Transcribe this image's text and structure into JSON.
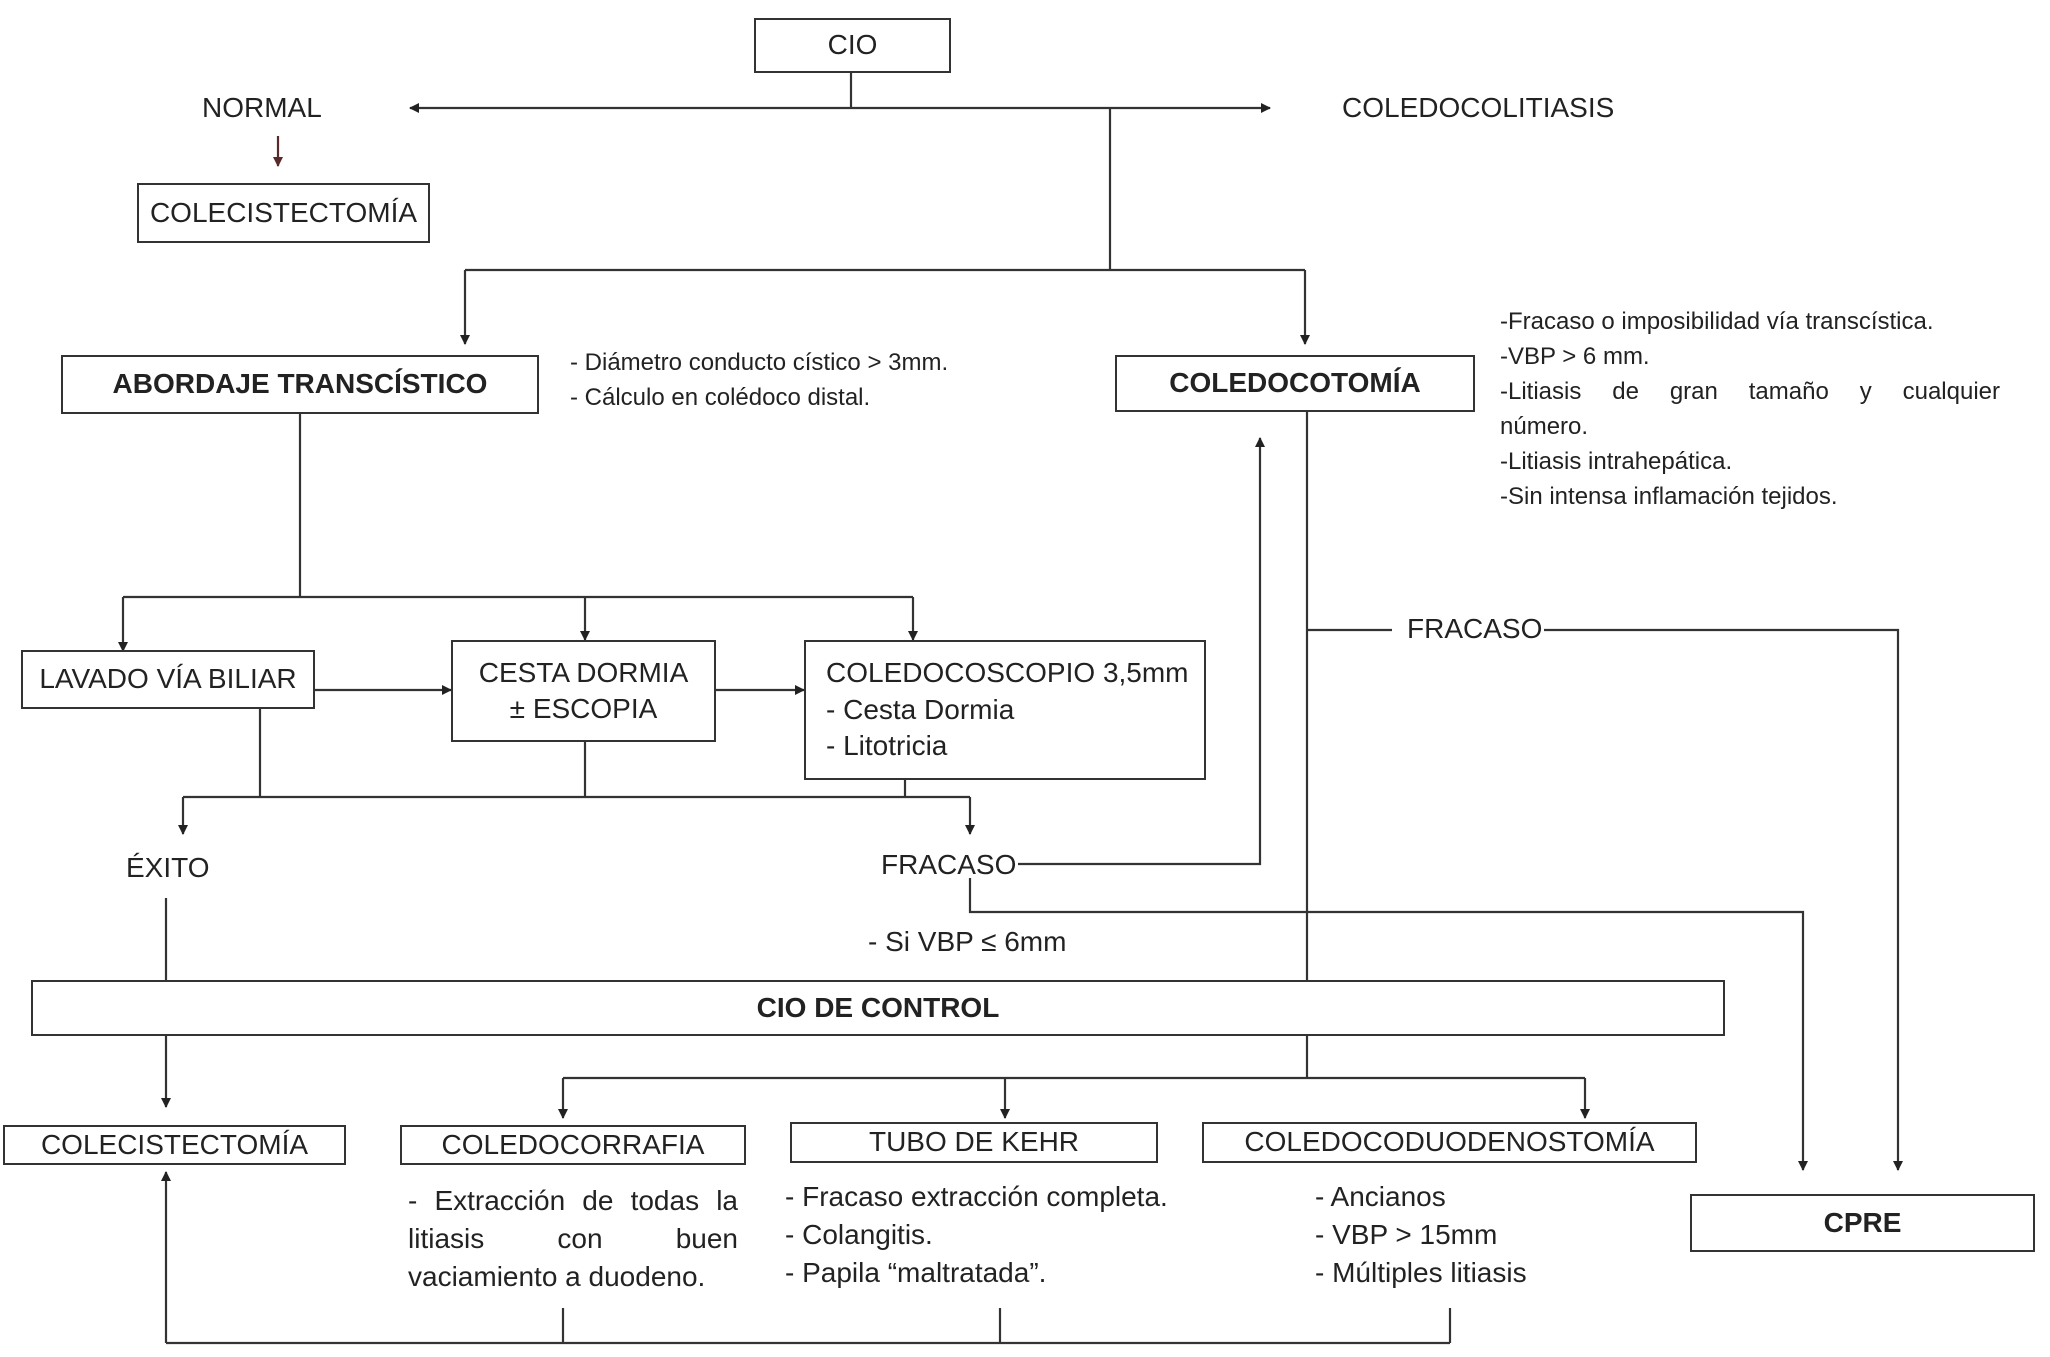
{
  "nodes": {
    "cio": "CIO",
    "normal": "NORMAL",
    "coledocolitiasis": "COLEDOCOLITIASIS",
    "colecistectomia_top": "COLECISTECTOMÍA",
    "abordaje": "ABORDAJE TRANSCÍSTICO",
    "coledocotomia": "COLEDOCOTOMÍA",
    "lavado": "LAVADO VÍA BILIAR",
    "cesta_line1": "CESTA DORMIA",
    "cesta_line2": "± ESCOPIA",
    "coledocoscopio": [
      "COLEDOCOSCOPIO 3,5mm",
      "- Cesta Dormia",
      "- Litotricia"
    ],
    "exito": "ÉXITO",
    "fracaso_left": "FRACASO",
    "fracaso_right": "FRACASO",
    "si_vbp": "- Si VBP ≤ 6mm",
    "cio_control": "CIO DE CONTROL",
    "colecistectomia_bottom": "COLECISTECTOMÍA",
    "coledocorrafia": "COLEDOCORRAFIA",
    "tubo_kehr": "TUBO DE KEHR",
    "coledocoduodenostomia": "COLEDOCODUODENOSTOMÍA",
    "cpre": "CPRE"
  },
  "notes": {
    "abordaje": [
      "- Diámetro conducto cístico > 3mm.",
      "- Cálculo en colédoco distal."
    ],
    "coledocotomia": [
      "-Fracaso o imposibilidad vía transcística.",
      "-VBP > 6 mm.",
      "-Litiasis de gran tamaño y cualquier",
      "número.",
      "-Litiasis intrahepática.",
      "-Sin intensa inflamación tejidos."
    ],
    "coledocorrafia": [
      "- Extracción de todas la",
      "litiasis con buen",
      "vaciamiento a duodeno."
    ],
    "tubo_kehr": [
      "- Fracaso extracción completa.",
      "- Colangitis.",
      "- Papila “maltratada”."
    ],
    "coledocoduodenostomia": [
      "- Ancianos",
      "- VBP > 15mm",
      "- Múltiples litiasis"
    ]
  },
  "colors": {
    "line": "#333333",
    "normal_arrow": "#5a2a2a"
  }
}
